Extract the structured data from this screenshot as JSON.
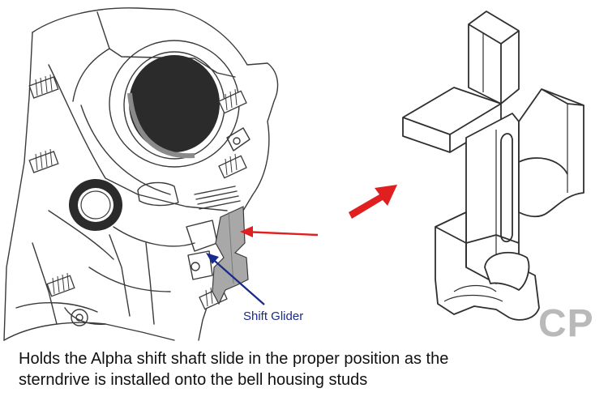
{
  "diagram": {
    "callout_label": "Shift Glider",
    "caption_line1": "Holds the Alpha shift shaft slide in the proper position as the",
    "caption_line2": "sterndrive is installed onto the bell housing studs",
    "watermark": "CP"
  },
  "colors": {
    "line": "#3a3a3a",
    "red_arrow": "#e02020",
    "blue_arrow": "#1a2a8a",
    "part_fill": "#a8a8a8",
    "bore": "#2b2b2b",
    "watermark": "#b9b9b9"
  }
}
